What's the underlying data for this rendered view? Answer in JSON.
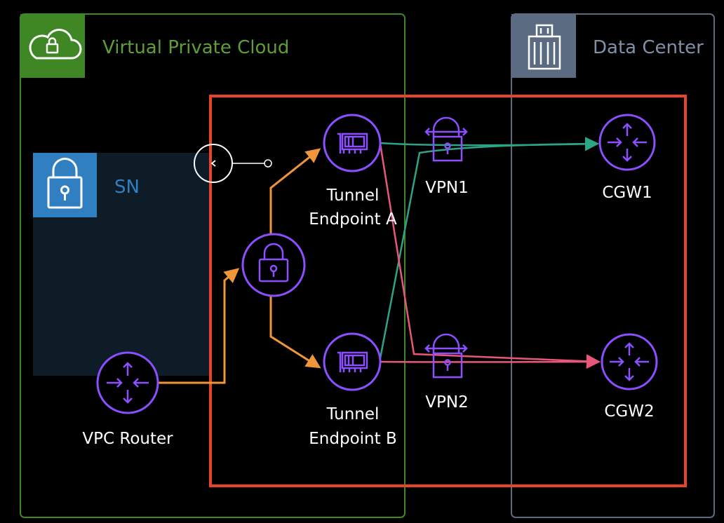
{
  "vpc": {
    "title": "Virtual Private Cloud",
    "color": "#3f8624",
    "text_color": "#5d9e3a"
  },
  "datacenter": {
    "title": "Data Center",
    "color": "#5a6b82",
    "text_color": "#8090a6"
  },
  "subnet": {
    "label": "SN",
    "color": "#2f7fc1"
  },
  "highlight": {
    "color": "#e8432b"
  },
  "nodes": {
    "vpc_router": {
      "label": "VPC Router",
      "icon": "router-icon"
    },
    "vgw": {
      "label": "",
      "icon": "padlock-icon"
    },
    "tunnel_a": {
      "line1": "Tunnel",
      "line2": "Endpoint A",
      "icon": "network-card-icon"
    },
    "tunnel_b": {
      "line1": "Tunnel",
      "line2": "Endpoint B",
      "icon": "network-card-icon"
    },
    "vpn1": {
      "label": "VPN1",
      "icon": "vpn-lock-icon"
    },
    "vpn2": {
      "label": "VPN2",
      "icon": "vpn-lock-icon"
    },
    "cgw1": {
      "label": "CGW1",
      "icon": "router-icon"
    },
    "cgw2": {
      "label": "CGW2",
      "icon": "router-icon"
    }
  },
  "colors": {
    "node": "#8c4fff",
    "orange_flow": "#f0953a",
    "teal_flow": "#2ea486",
    "pink_flow": "#e8577a",
    "label": "#ffffff"
  }
}
